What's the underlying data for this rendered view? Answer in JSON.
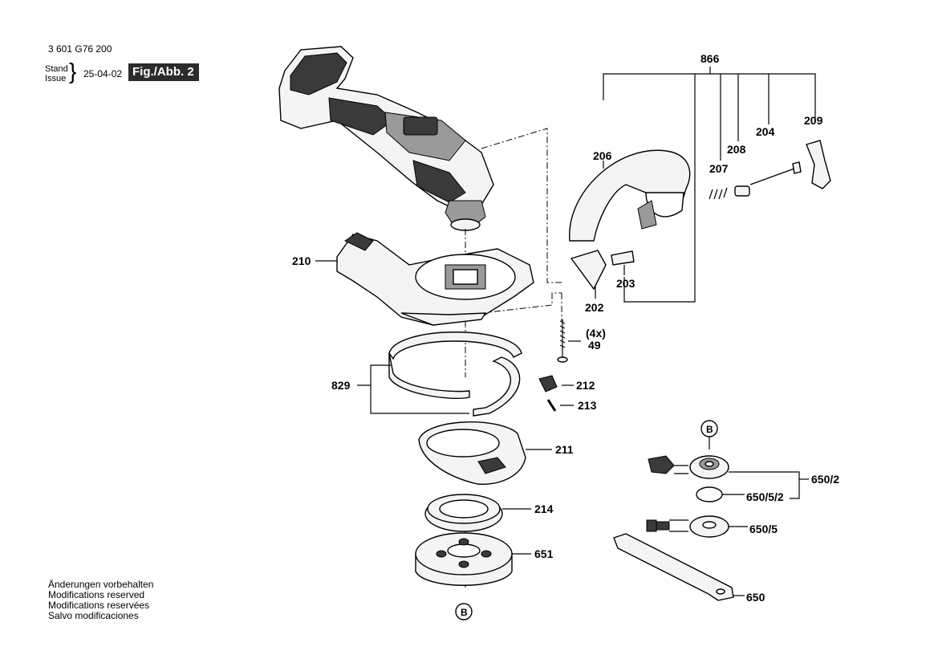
{
  "header": {
    "doc_number": "3 601 G76 200",
    "stand_label": "Stand",
    "issue_label": "Issue",
    "date": "25-04-02",
    "figure_label": "Fig./Abb. 2"
  },
  "notes": [
    "Änderungen vorbehalten",
    "Modifications reserved",
    "Modifications reservées",
    "Salvo modificaciones"
  ],
  "parts": {
    "p866": "866",
    "p206": "206",
    "p207": "207",
    "p208": "208",
    "p204": "204",
    "p209": "209",
    "p203": "203",
    "p202": "202",
    "p210": "210",
    "p4x": "(4x)",
    "p49": "49",
    "p212": "212",
    "p213": "213",
    "p829": "829",
    "p211": "211",
    "p214": "214",
    "p651": "651",
    "p650_2": "650/2",
    "p650_5_2": "650/5/2",
    "p650_5": "650/5",
    "p650": "650"
  },
  "refs": {
    "top": "B",
    "bottom": "B"
  }
}
